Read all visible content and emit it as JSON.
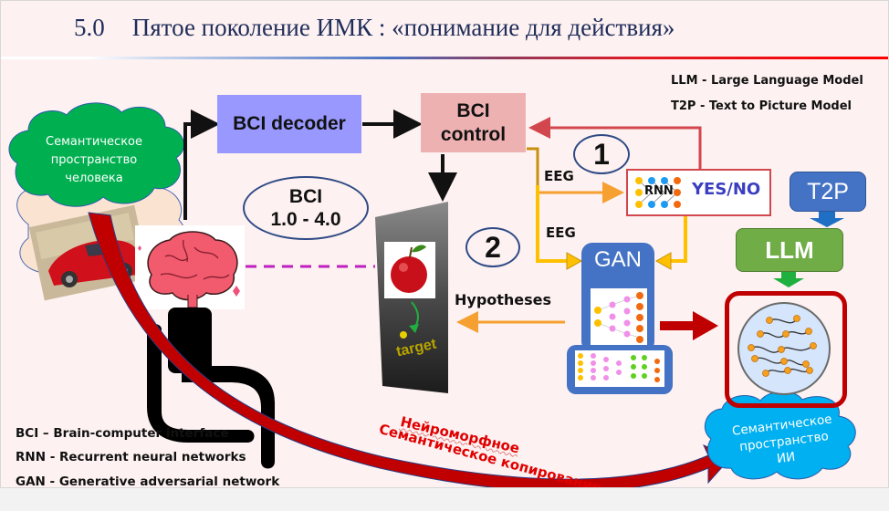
{
  "slide": {
    "title_number": "5.0",
    "title_text": "Пятое поколение ИМК : «понимание для действия»"
  },
  "legend_top": [
    "LLM - Large Language Model",
    "T2P  - Text to  Picture Model"
  ],
  "legend_bottom": [
    "BCI – Brain-computer interface",
    "RNN - Recurrent neural networks",
    "GAN - Generative adversarial network"
  ],
  "nodes": {
    "human_space": [
      "Семантическое",
      "пространство",
      "человека"
    ],
    "bci_decoder": "BCI decoder",
    "bci_control": [
      "BCI",
      "control"
    ],
    "bci_version": [
      "BCI",
      "1.0 - 4.0"
    ],
    "step_1": "1",
    "step_2": "2",
    "eeg_1": "EEG",
    "eeg_2": "EEG",
    "rnn": "RNN",
    "yes_no": "YES/NO",
    "t2p": "T2P",
    "llm": "LLM",
    "gan": "GAN",
    "hypotheses": "Hypotheses",
    "monitor_target": "target",
    "ai_space": [
      "Семантическое",
      "пространство",
      "ИИ"
    ],
    "copy_line1": "Нейроморфное",
    "copy_line2": "Семантическое копирование"
  },
  "colors": {
    "title": "#1f2d5a",
    "decoder": "#9898ff",
    "control": "#eeb1b2",
    "human_cloud": "#00b050",
    "ai_cloud": "#00b0f0",
    "t2p": "#4472c4",
    "llm": "#70ad47",
    "gan": "#4472c4",
    "feedback_arrow": "#d2474d",
    "eeg_arrow": "#ffc000",
    "copy_arrow": "#c00000",
    "copy_text": "#e00000"
  }
}
